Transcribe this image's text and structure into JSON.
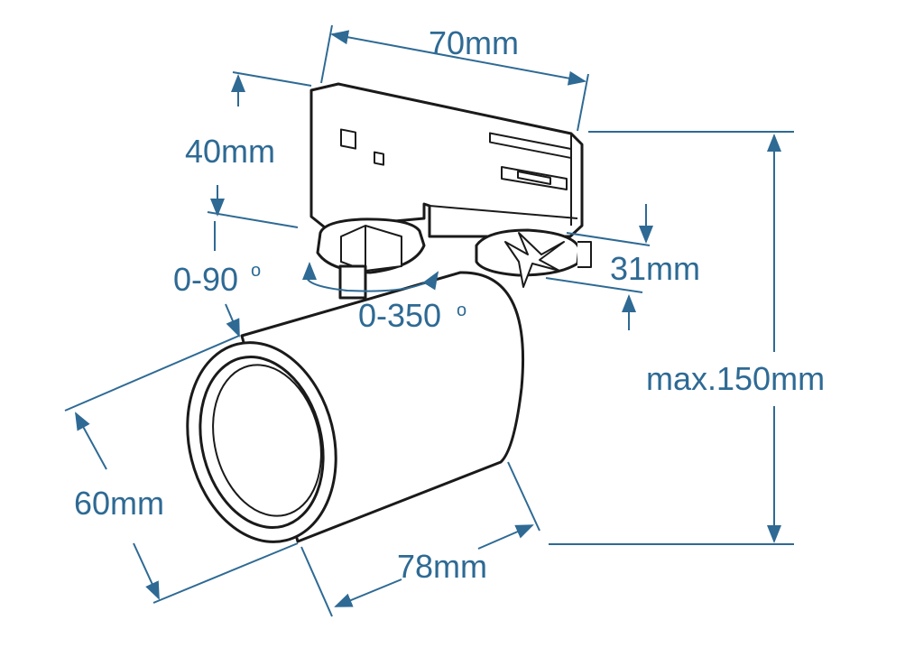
{
  "colors": {
    "dimension": "#2e6a94",
    "outline": "#1a1a1a",
    "background": "#ffffff"
  },
  "dimensions": {
    "width_top": "70mm",
    "adapter_height": "40mm",
    "tilt_angle": "0-90",
    "rotation_angle": "0-350",
    "degree_mark": "o",
    "knob_height": "31mm",
    "max_height": "max.150mm",
    "head_diameter": "60mm",
    "head_length": "78mm"
  }
}
